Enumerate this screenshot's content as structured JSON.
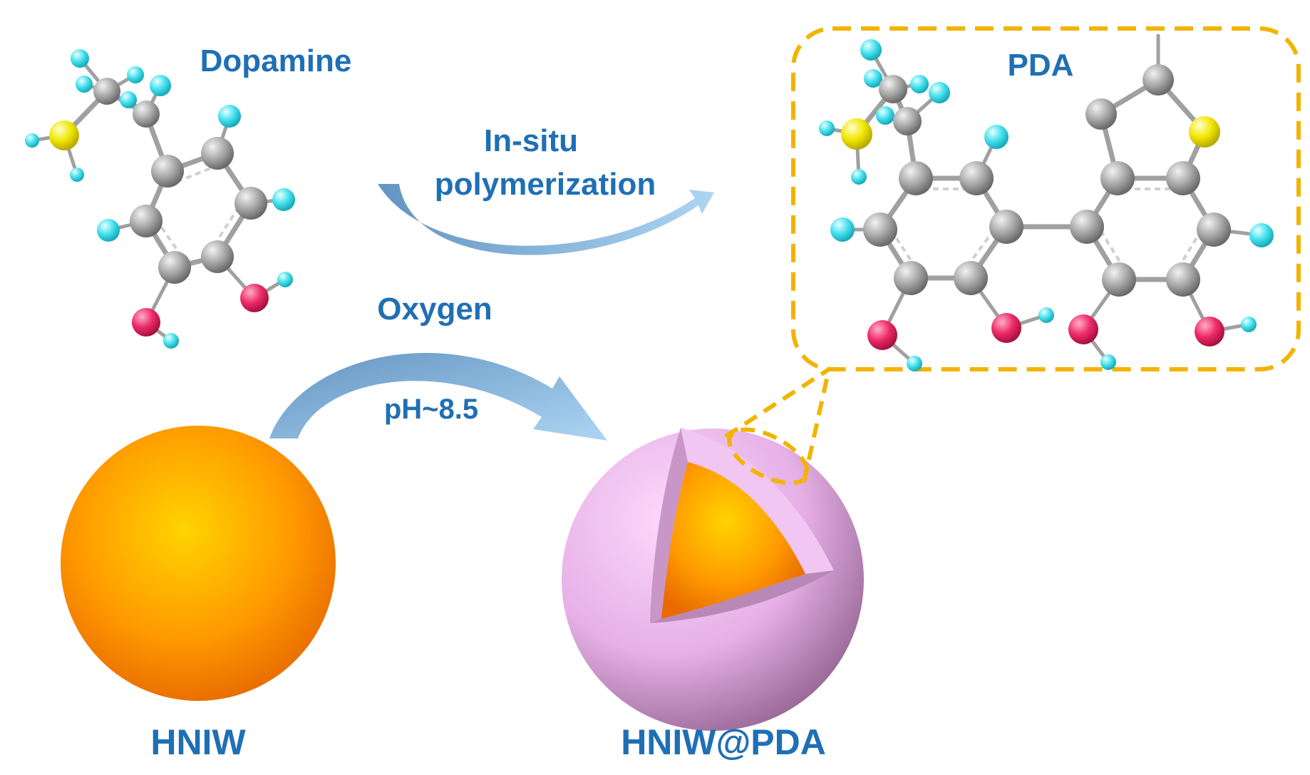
{
  "labels": {
    "dopamine": "Dopamine",
    "pda": "PDA",
    "insitu_line1": "In-situ",
    "insitu_line2": "polymerization",
    "oxygen": "Oxygen",
    "ph": "pH~8.5",
    "hniw": "HNIW",
    "hniw_pda": "HNIW@PDA"
  },
  "colors": {
    "label_text": "#1f6fb5",
    "arrow": "#8fbfe6",
    "dashed_box": "#f2b400",
    "hniw_core": "#ff9a00",
    "pda_shell": "#e8b2e8",
    "atom_carbon": "#9a9a9a",
    "atom_hydrogen": "#44e0ee",
    "atom_nitrogen": "#f2e600",
    "atom_oxygen": "#ee2a6a"
  }
}
